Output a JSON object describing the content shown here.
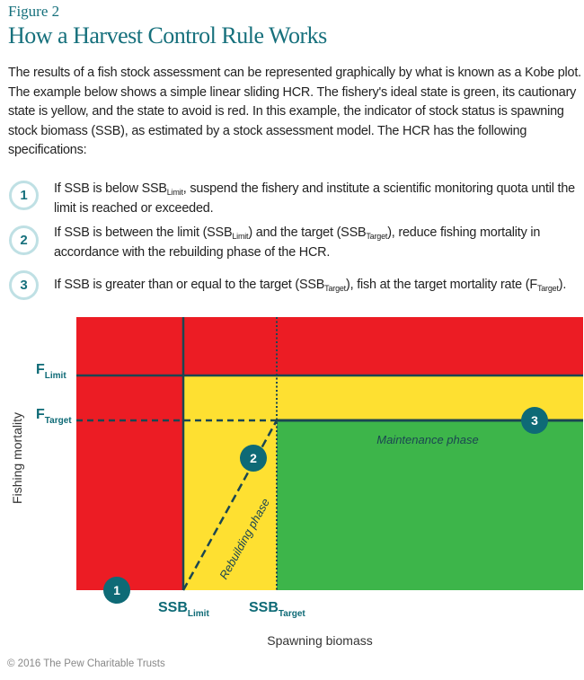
{
  "figure_label": "Figure 2",
  "title": "How a Harvest Control Rule Works",
  "intro": "The results of a fish stock assessment can be represented graphically by what is known as a Kobe plot. The example below shows a simple linear sliding HCR. The fishery's ideal state is green, its cautionary state is yellow, and the state to avoid is red. In this example, the indicator of stock status is spawning stock biomass (SSB), as estimated by a stock assessment model. The HCR has the following specifications:",
  "specs": [
    {
      "num": "1",
      "a": "If SSB is below SSB",
      "sub1": "Limit",
      "b": ", suspend the fishery and institute a scientific monitoring quota until the limit is reached or exceeded."
    },
    {
      "num": "2",
      "a": "If SSB is between the limit (SSB",
      "sub1": "Limit",
      "b": ") and the target (SSB",
      "sub2": "Target",
      "c": "), reduce fishing mortality in accordance with the rebuilding phase of the HCR."
    },
    {
      "num": "3",
      "a": "If SSB is greater than or equal to the target (SSB",
      "sub1": "Target",
      "b": "), fish at the target mortality rate (F",
      "sub2": "Target",
      "c": ")."
    }
  ],
  "diagram": {
    "y_axis_label": "Fishing mortality",
    "x_axis_label": "Spawning biomass",
    "f_limit": {
      "main": "F",
      "sub": "Limit"
    },
    "f_target": {
      "main": "F",
      "sub": "Target"
    },
    "ssb_limit": {
      "main": "SSB",
      "sub": "Limit"
    },
    "ssb_target": {
      "main": "SSB",
      "sub": "Target"
    },
    "rebuilding_label": "Rebuilding phase",
    "maintenance_label": "Maintenance phase",
    "markers": [
      "1",
      "2",
      "3"
    ],
    "colors": {
      "red": "#ec1c24",
      "yellow": "#fee031",
      "green": "#3db54a",
      "line": "#1b4651",
      "teal": "#0e6a76"
    }
  },
  "copyright": "© 2016 The Pew Charitable Trusts"
}
